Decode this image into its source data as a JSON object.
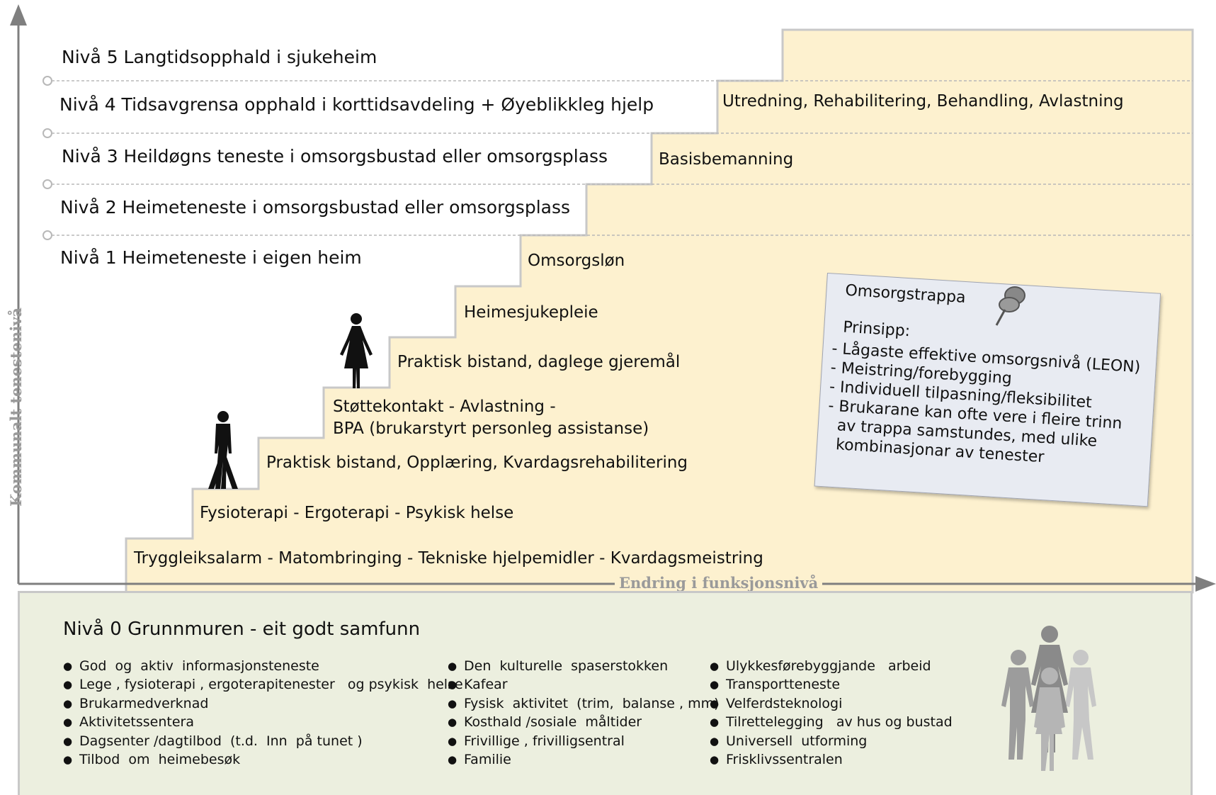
{
  "axes": {
    "y_label": "Kommunalt tenestenivå",
    "x_label": "Endring i funksjonsnivå"
  },
  "levels": [
    {
      "label": "Nivå 5  Langtidsopphald  i sjukeheim",
      "service": ""
    },
    {
      "label": "Nivå 4  Tidsavgrensa  opphald  i korttidsavdeling  +  Øyeblikkleg  hjelp",
      "service": "Utredning, Rehabilitering, Behandling, Avlastning"
    },
    {
      "label": "Nivå 3  Heildøgns  teneste  i omsorgsbustad  eller  omsorgsplass",
      "service": "Basisbemanning"
    },
    {
      "label": "Nivå 2  Heimeteneste  i omsorgsbustad  eller  omsorgsplass",
      "service": ""
    },
    {
      "label": "Nivå 1  Heimeteneste  i eigen  heim",
      "service": ""
    }
  ],
  "steps": [
    "Tryggleiksalarm - Matombringing - Tekniske hjelpemidler - Kvardagsmeistring",
    "Fysioterapi - Ergoterapi - Psykisk helse",
    "Praktisk bistand, Opplæring, Kvardagsrehabilitering",
    "Støttekontakt - Avlastning -\nBPA (brukarstyrt personleg assistanse)",
    "Praktisk bistand, daglege gjeremål",
    "Heimesjukepleie",
    "Omsorgsløn"
  ],
  "note": {
    "title": "Omsorgstrappa",
    "heading": "Prinsipp:",
    "items": [
      "- Lågaste effektive omsorgsnivå (LEON)",
      "- Meistring/forebygging",
      "- Individuell tilpasning/fleksibilitet",
      "- Brukarane kan ofte vere i fleire trinn",
      "  av trappa samstundes, med ulike",
      "  kombinasjonar av tenester"
    ]
  },
  "ground": {
    "title": "Nivå 0  Grunnmuren   -   eit godt samfunn",
    "columns": [
      [
        "God  og  aktiv  informasjonsteneste",
        "Lege , fysioterapi , ergoterapitenester   og psykisk  helse",
        "Brukarmedverknad",
        "Aktivitetssentera",
        "Dagsenter /dagtilbod  (t.d.  Inn  på tunet )",
        "Tilbod  om  heimebesøk"
      ],
      [
        "Den  kulturelle  spaserstokken",
        "Kafear",
        "Fysisk  aktivitet  (trim,  balanse , mm)",
        "Kosthald /sosiale  måltider",
        "Frivillige , frivilligsentral",
        "Familie"
      ],
      [
        "Ulykkesførebyggjande   arbeid",
        "Transportteneste",
        "Velferdsteknologi",
        "Tilrettelegging   av hus og bustad",
        "Universell  utforming",
        "Frisklivssentralen"
      ]
    ]
  },
  "colors": {
    "stair_fill": "#fdf1cf",
    "ground_fill": "#ecefdf",
    "outline": "#c8c8c8",
    "axis": "#7f7f7f",
    "note_fill": "#e8ebf2"
  },
  "icons": [
    "man-icon",
    "woman-icon",
    "pushpin-icon",
    "family-icon"
  ]
}
